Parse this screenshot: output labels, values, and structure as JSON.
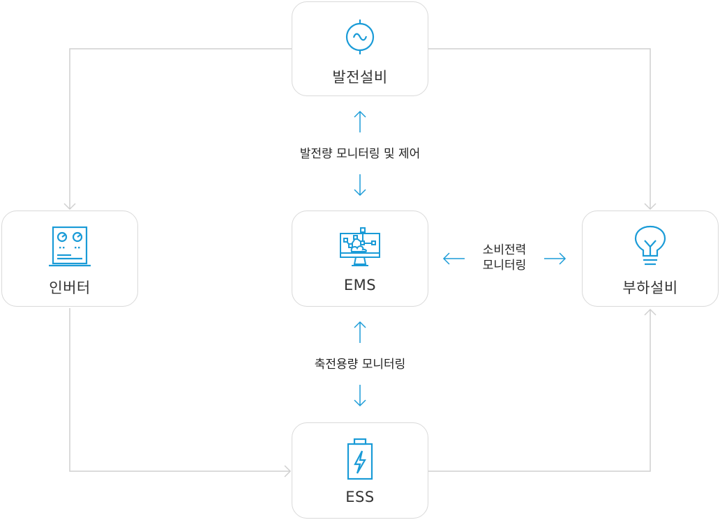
{
  "nodes": {
    "generator": {
      "label": "발전설비",
      "icon": "ac-generator-icon"
    },
    "inverter": {
      "label": "인버터",
      "icon": "inverter-panel-icon"
    },
    "ems": {
      "label": "EMS",
      "icon": "monitor-network-icon"
    },
    "load": {
      "label": "부하설비",
      "icon": "lightbulb-icon"
    },
    "ess": {
      "label": "ESS",
      "icon": "battery-charge-icon"
    }
  },
  "links": {
    "generator_ems": "발전량 모니터링 및 제어",
    "ems_load_line1": "소비전력",
    "ems_load_line2": "모니터링",
    "ems_ess": "축전용량 모니터링"
  },
  "colors": {
    "accent": "#1a9bd7",
    "line": "#cfcfcf",
    "border": "#d9d9d9",
    "text": "#333333"
  }
}
